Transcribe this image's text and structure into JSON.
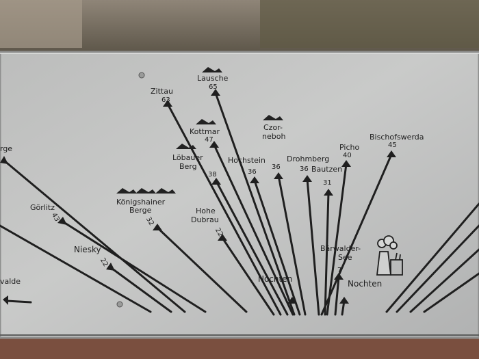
{
  "panel": {
    "labels": {
      "zittau": "Zittau",
      "zittau_km": "63",
      "lausche": "Lausche",
      "lausche_km": "65",
      "kottmar": "Kottmar",
      "kottmar_km": "47",
      "loebauer_berg_1": "Löbauer",
      "loebauer_berg_2": "Berg",
      "czorneboh_1": "Czor-",
      "czorneboh_2": "neboh",
      "czorneboh_km": "36",
      "hochstein": "Hochstein",
      "hochstein_km": "36",
      "drohmberg": "Drohmberg",
      "drohmberg_km": "36",
      "bautzen": "Bautzen",
      "bautzen_km": "31",
      "picho": "Picho",
      "picho_km": "40",
      "bischofswerda": "Bischofswerda",
      "bischofswerda_km": "45",
      "berge_left": "rge",
      "goerlitz": "Görlitz",
      "goerlitz_km": "43",
      "niesky": "Niesky",
      "niesky_km": "22",
      "koenigshainer_1": "Königshainer",
      "koenigshainer_2": "Berge",
      "koenigshainer_km": "32",
      "hohe_dubrau_1": "Hohe",
      "hohe_dubrau_2": "Dubrau",
      "hohe_dubrau_km": "22",
      "unnamed_km": "38",
      "baerwalder_1": "Bärwalder-",
      "baerwalder_2": "See",
      "baerwalder_km": "7",
      "nochten_left": "Nochten",
      "nochten_right": "Nochten",
      "walde_left": "valde"
    }
  }
}
